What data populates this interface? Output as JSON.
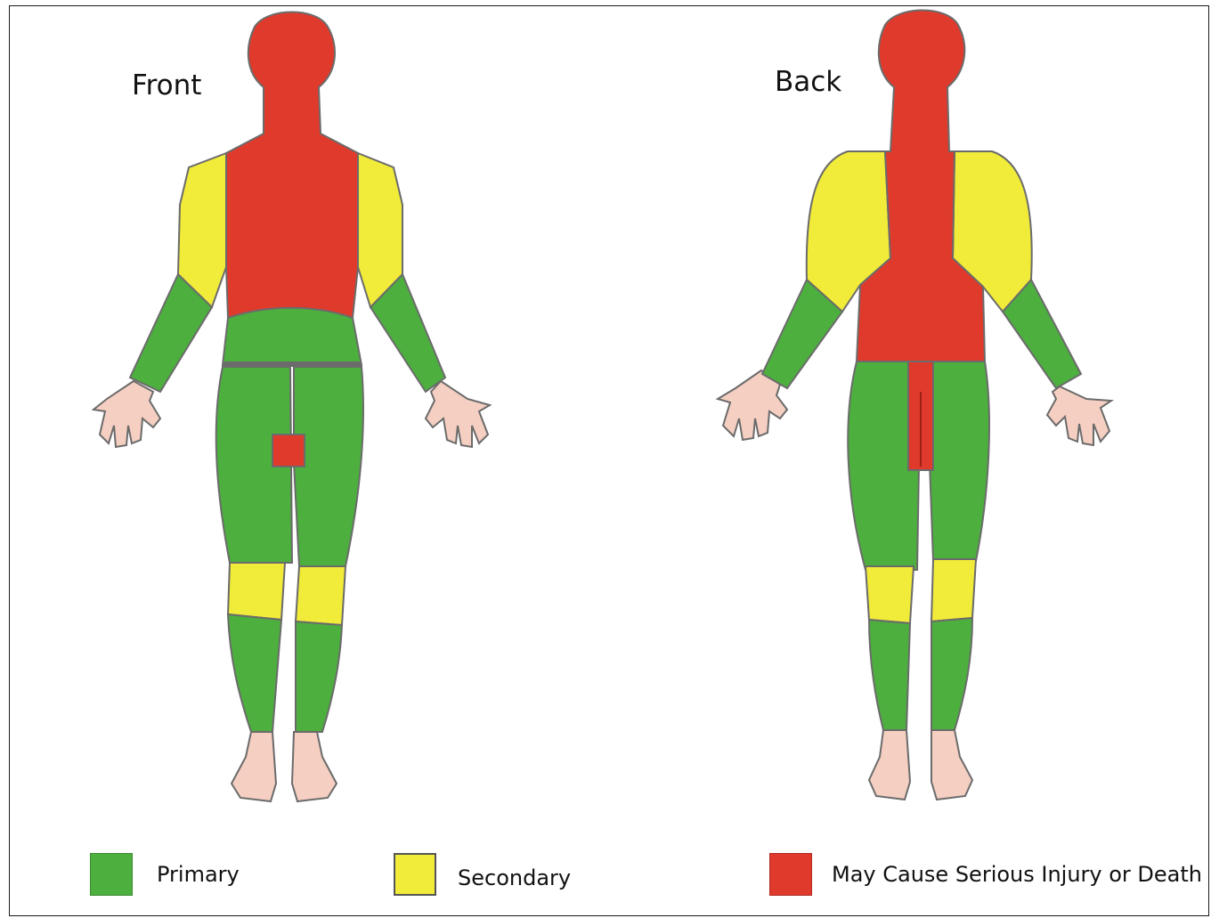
{
  "views": {
    "front_label": "Front",
    "back_label": "Back"
  },
  "legend": {
    "items": [
      {
        "label": "Primary",
        "color": "#4caf3e"
      },
      {
        "label": "Secondary",
        "color": "#f1eb39"
      },
      {
        "label": "May Cause Serious Injury or Death",
        "color": "#e03a2c"
      }
    ]
  },
  "colors": {
    "primary": "#4caf3e",
    "secondary": "#f1eb39",
    "danger": "#e03a2c",
    "skin": "#f5cfc1",
    "outline": "#6b6b6b"
  }
}
